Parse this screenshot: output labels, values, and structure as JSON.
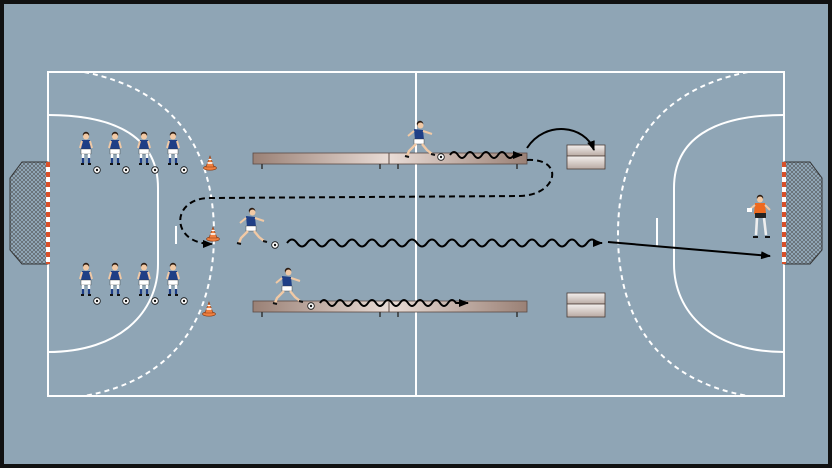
{
  "diagram": {
    "kind": "handball training drill",
    "colors": {
      "court": "#8fa5b5",
      "frame": "#111111",
      "lines": "#ffffff",
      "bench": "#b49a8e",
      "team_shirt": "#1f3f86",
      "goalkeeper_shirt": "#ee6a1f",
      "cone": "#f08040",
      "path": "#000000"
    },
    "left_group_top_players": 4,
    "left_group_bottom_players": 4,
    "active_players": 3,
    "goalkeepers": 1,
    "benches": 2,
    "vaulting_boxes": 2,
    "cones": 3,
    "goals": 2
  }
}
